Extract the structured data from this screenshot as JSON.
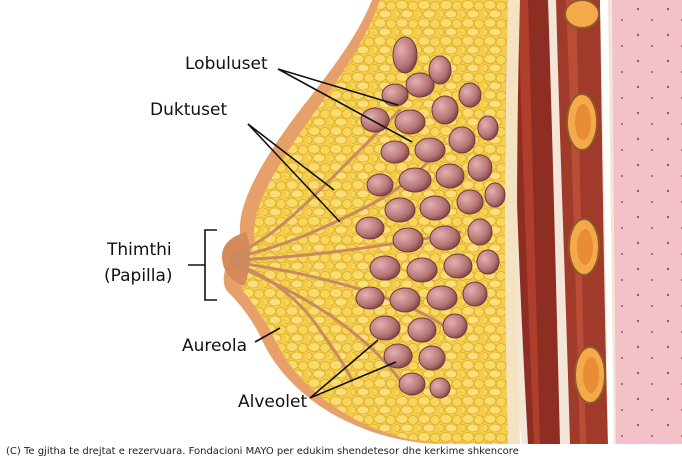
{
  "labels": {
    "lobuluset": "Lobuluset",
    "duktuset": "Duktuset",
    "thimthi": "Thimthi",
    "papilla": "(Papilla)",
    "aureola": "Aureola",
    "alveolet": "Alveolet"
  },
  "copyright": "(C) Te gjitha te drejtat e rezervuara. Fondacioni MAYO per edukim shendetesor dhe kerkime shkencore",
  "colors": {
    "fat": "#f2c94c",
    "skin": "#e8a06a",
    "gland": "#b87a7c",
    "muscle": "#8e2e22",
    "chest_wall": "#f3c1c8",
    "rib": "#f5a94a"
  }
}
